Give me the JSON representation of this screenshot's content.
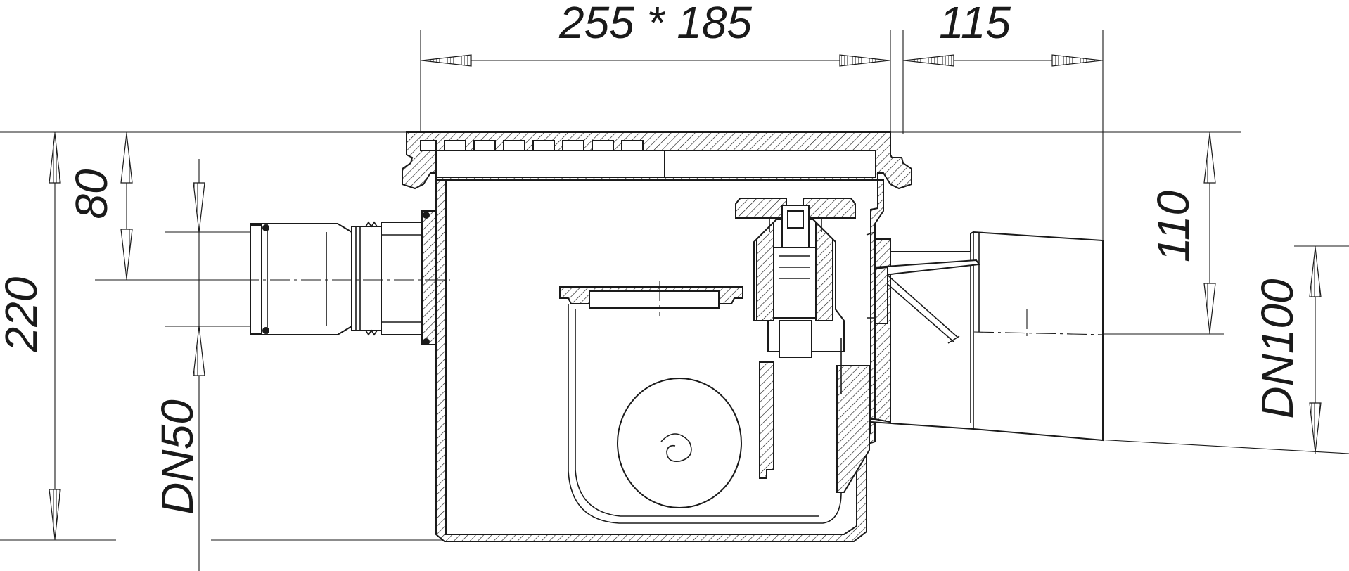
{
  "dimensions": {
    "grate_size": "255 * 185",
    "outlet_offset": "115",
    "total_height": "220",
    "inlet_height": "80",
    "outlet_height": "110",
    "inlet_diameter": "DN50",
    "outlet_diameter": "DN100"
  }
}
